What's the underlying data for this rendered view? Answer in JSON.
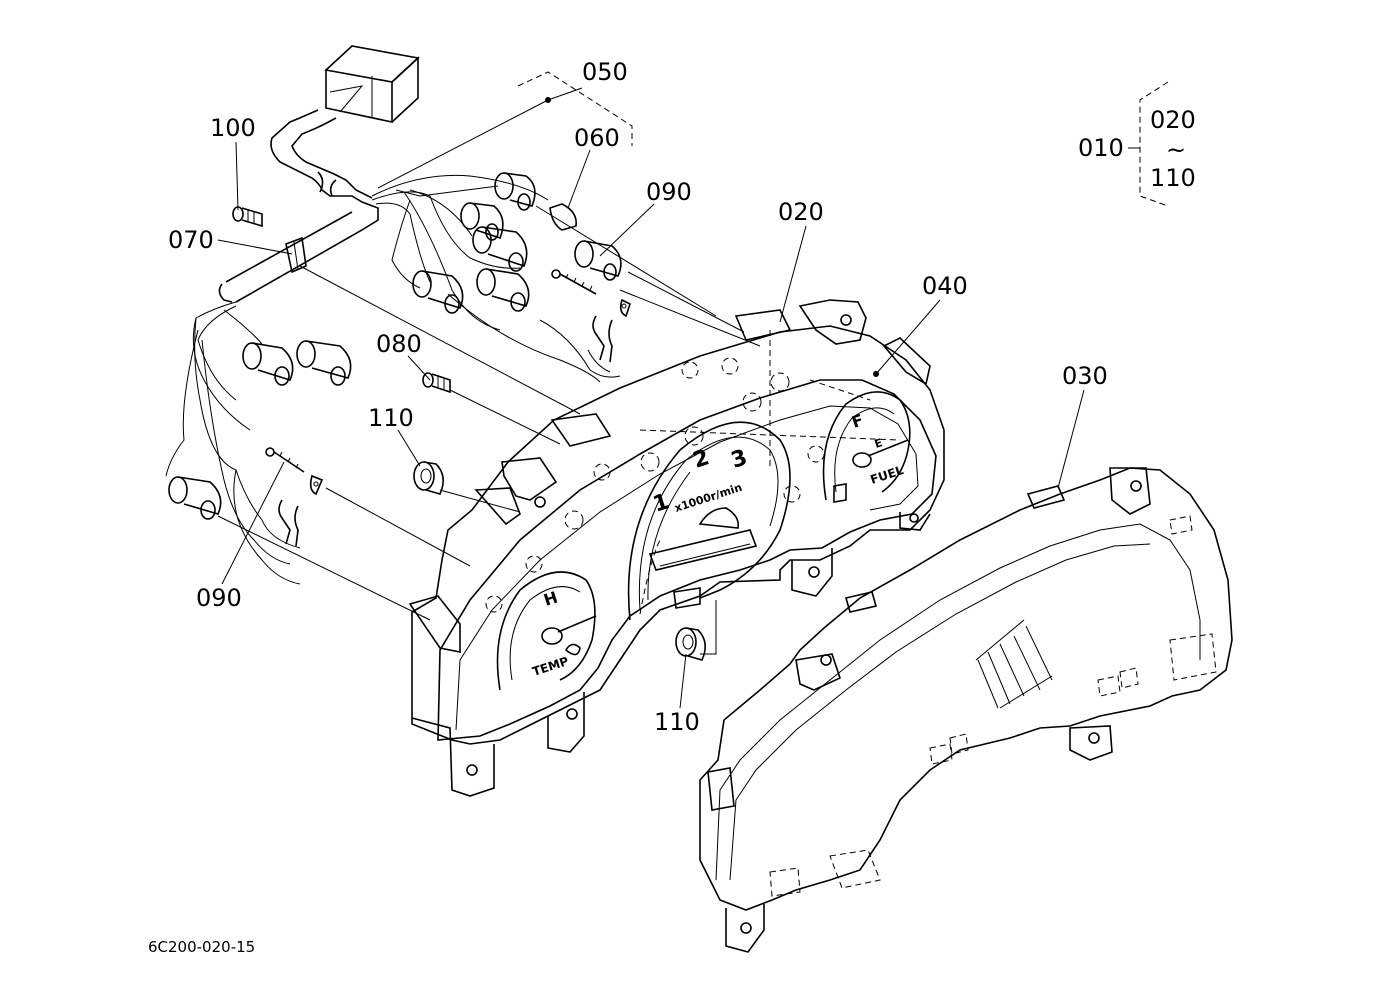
{
  "drawing_number": "6C200-020-15",
  "assembly_bracket": {
    "parent": "010",
    "from": "020",
    "tilde": "~",
    "to": "110"
  },
  "callouts": {
    "p050": "050",
    "p060": "060",
    "p090a": "090",
    "p100": "100",
    "p070": "070",
    "p020": "020",
    "p040": "040",
    "p080": "080",
    "p110a": "110",
    "p030": "030",
    "p090b": "090",
    "p110b": "110"
  },
  "gauge_labels": {
    "fuel": "FUEL",
    "temp": "TEMP",
    "tacho_unit": "x1000r/min",
    "tacho_1": "1",
    "tacho_2": "2",
    "tacho_3": "3",
    "fuel_full": "F",
    "fuel_empty": "E",
    "temp_hot": "H"
  }
}
